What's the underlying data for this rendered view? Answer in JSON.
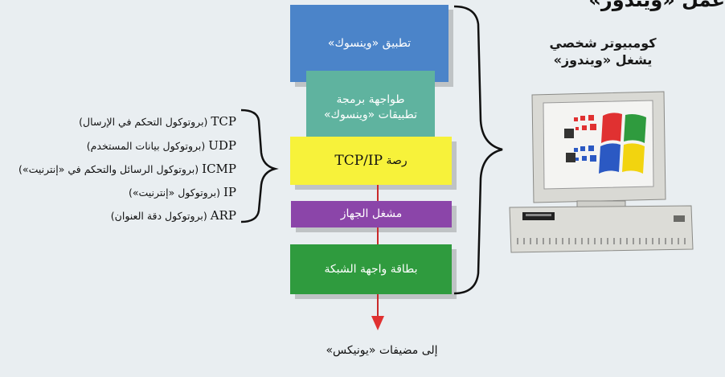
{
  "corner_title": "عمل «ويندوز»",
  "pc_label": {
    "line1": "كومبيوتر شخصي",
    "line2": "يشغل «ويندوز»"
  },
  "layers": {
    "application": "تطبيق «وينسوك»",
    "api_line1": "طواجهة برمجة",
    "api_line2": "تطبيقات «وينسوك»",
    "stack_word": "رصة",
    "stack_protocol": "TCP/IP",
    "driver": "مشغل الجهاز",
    "nic": "بطاقة واجهة الشبكة"
  },
  "protocols": [
    {
      "abbr": "TCP",
      "desc": "(بروتوكول التحكم في الإرسال)"
    },
    {
      "abbr": "UDP",
      "desc": "(بروتوكول بيانات المستخدم)"
    },
    {
      "abbr": "ICMP",
      "desc": "(بروتوكول الرسائل والتحكم في «إنترنيت»)"
    },
    {
      "abbr": "IP",
      "desc": "(بروتوكول «إنترنيت»)"
    },
    {
      "abbr": "ARP",
      "desc": "(بروتوكول دقة العنوان)"
    }
  ],
  "bottom_caption": "إلى مضيفات «يونيكس»",
  "colors": {
    "application": "#4b84c9",
    "api": "#5fb39f",
    "stack": "#f7f23a",
    "driver": "#8b45a9",
    "nic": "#2f9b3e",
    "arrow": "#e03131"
  }
}
